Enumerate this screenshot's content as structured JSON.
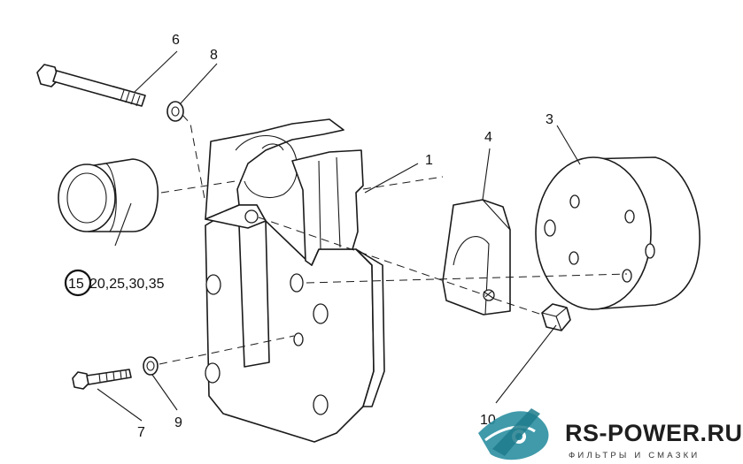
{
  "callouts": {
    "c1": "1",
    "c3": "3",
    "c4": "4",
    "c6": "6",
    "c7": "7",
    "c8": "8",
    "c9": "9",
    "c10": "10",
    "c15_circled": "15",
    "c15_rest": "20,25,30,35"
  },
  "watermark": {
    "brand": "RS-POWER.RU",
    "tagline": "ФИЛЬТРЫ И СМАЗКИ",
    "colors": {
      "logo": "#2b8fa1",
      "text": "#1e1e1e"
    }
  }
}
